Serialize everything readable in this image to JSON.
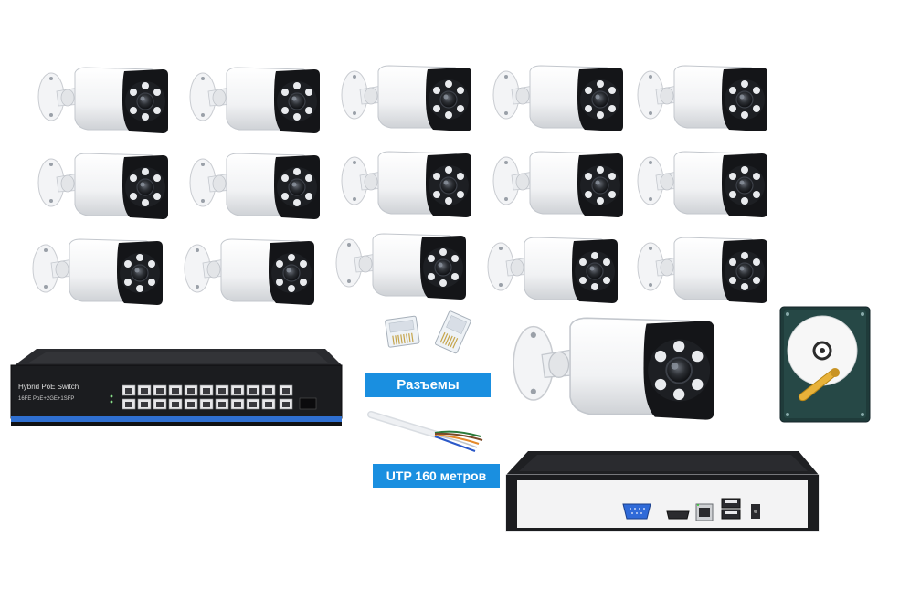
{
  "labels": {
    "connectors": "Разъемы",
    "cable": "UTP 160 метров"
  },
  "switch": {
    "title": "Hybrid PoE Switch",
    "spec": "16FE PoE+2GE+1SFP"
  },
  "colors": {
    "label_bg": "#1a8fe0",
    "label_text": "#ffffff",
    "device_body": "#1b1b1d",
    "switch_stripe": "#2f6fd0"
  },
  "icons": [
    "bullet-camera-icon",
    "rj45-connector-icon",
    "utp-cable-icon",
    "poe-switch-icon",
    "nvr-recorder-icon",
    "hard-drive-icon"
  ]
}
